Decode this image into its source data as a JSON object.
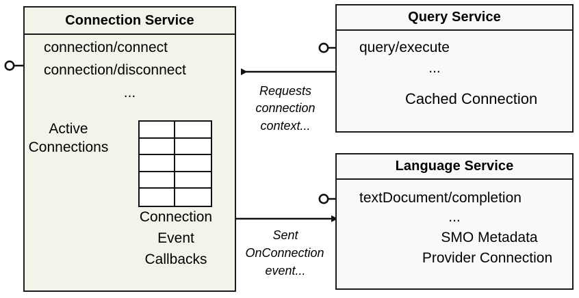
{
  "diagram": {
    "type": "uml-component-diagram",
    "background": "#ffffff",
    "colors": {
      "tinted_fill": "#f2f4e9",
      "plain_fill": "#f8f9fb",
      "border": "#1a1a1a",
      "cylinder_stroke": "#595959",
      "text": "#000000"
    }
  },
  "components": {
    "connection_service": {
      "title": "Connection Service",
      "operations": [
        "connection/connect",
        "connection/disconnect"
      ],
      "ellipsis": "...",
      "store_label": "Active\nConnections",
      "store_label_line1": "Active",
      "store_label_line2": "Connections",
      "table_label_line1": "Connection",
      "table_label_line2": "Event",
      "table_label_line3": "Callbacks",
      "store_icon": "database-cluster-icon",
      "table_icon": "table-grid-icon",
      "table_rows": 5,
      "table_cols": 2,
      "provided_interface_icon": "lollipop-interface-icon"
    },
    "query_service": {
      "title": "Query Service",
      "operations": [
        "query/execute"
      ],
      "ellipsis": "...",
      "store_label": "Cached Connection",
      "store_icon": "database-cylinder-icon",
      "provided_interface_icon": "lollipop-interface-icon"
    },
    "language_service": {
      "title": "Language Service",
      "operations": [
        "textDocument/completion"
      ],
      "ellipsis": "...",
      "store_label_line1": "SMO Metadata",
      "store_label_line2": "Provider Connection",
      "store_icon": "database-cylinder-icon",
      "provided_interface_icon": "lollipop-interface-icon"
    }
  },
  "edges": [
    {
      "id": "query-to-connection",
      "from": "query_service",
      "to": "connection_service",
      "direction": "right-to-left",
      "label_line1": "Requests",
      "label_line2": "connection",
      "label_line3": "context...",
      "label": "Requests\nconnection\ncontext..."
    },
    {
      "id": "connection-to-language",
      "from": "connection_service",
      "to": "language_service",
      "direction": "left-to-right",
      "label_line1": "Sent",
      "label_line2": "OnConnection",
      "label_line3": "event...",
      "label": "Sent\nOnConnection\nevent..."
    }
  ]
}
